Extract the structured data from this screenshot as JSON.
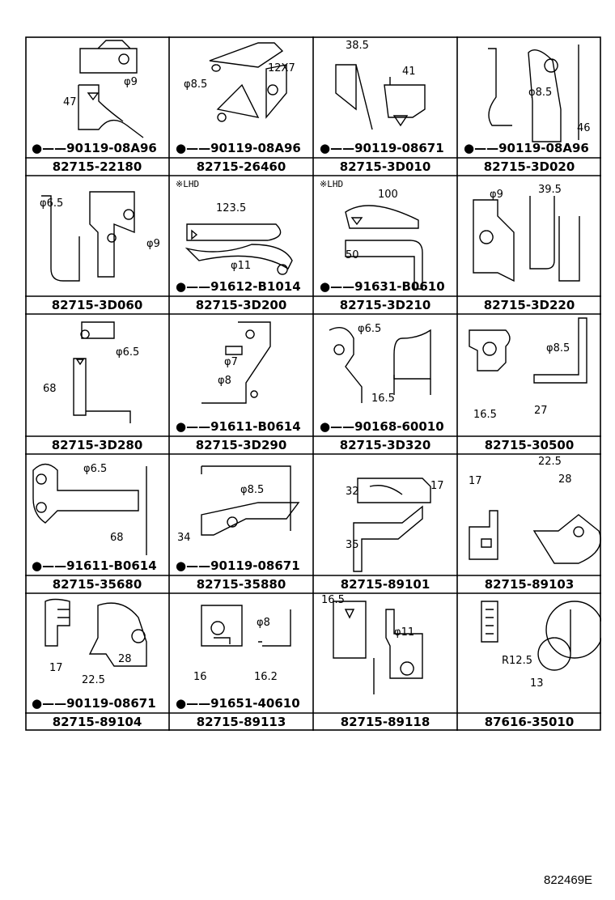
{
  "diagram_id": "822469E",
  "cells": [
    {
      "part": "82715-22180",
      "fastener": "90119-08A96",
      "dims": [
        "47",
        "φ9"
      ],
      "note": ""
    },
    {
      "part": "82715-26460",
      "fastener": "90119-08A96",
      "dims": [
        "φ8.5",
        "12X7"
      ],
      "note": ""
    },
    {
      "part": "82715-3D010",
      "fastener": "90119-08671",
      "dims": [
        "38.5",
        "41"
      ],
      "note": ""
    },
    {
      "part": "82715-3D020",
      "fastener": "90119-08A96",
      "dims": [
        "φ8.5",
        "46"
      ],
      "note": ""
    },
    {
      "part": "82715-3D060",
      "fastener": "",
      "dims": [
        "φ6.5",
        "φ9"
      ],
      "note": ""
    },
    {
      "part": "82715-3D200",
      "fastener": "91612-B1014",
      "dims": [
        "123.5",
        "φ11"
      ],
      "note": "※LHD"
    },
    {
      "part": "82715-3D210",
      "fastener": "91631-B0610",
      "dims": [
        "100",
        "50"
      ],
      "note": "※LHD"
    },
    {
      "part": "82715-3D220",
      "fastener": "",
      "dims": [
        "φ9",
        "39.5"
      ],
      "note": ""
    },
    {
      "part": "82715-3D280",
      "fastener": "",
      "dims": [
        "φ6.5",
        "68"
      ],
      "note": ""
    },
    {
      "part": "82715-3D290",
      "fastener": "91611-B0614",
      "dims": [
        "φ7",
        "φ8"
      ],
      "note": ""
    },
    {
      "part": "82715-3D320",
      "fastener": "90168-60010",
      "dims": [
        "φ6.5",
        "16.5"
      ],
      "note": ""
    },
    {
      "part": "82715-30500",
      "fastener": "",
      "dims": [
        "φ8.5",
        "16.5",
        "27"
      ],
      "note": ""
    },
    {
      "part": "82715-35680",
      "fastener": "91611-B0614",
      "dims": [
        "φ6.5",
        "68"
      ],
      "note": ""
    },
    {
      "part": "82715-35880",
      "fastener": "90119-08671",
      "dims": [
        "φ8.5",
        "34"
      ],
      "note": ""
    },
    {
      "part": "82715-89101",
      "fastener": "",
      "dims": [
        "32",
        "17",
        "35"
      ],
      "note": ""
    },
    {
      "part": "82715-89103",
      "fastener": "",
      "dims": [
        "22.5",
        "17",
        "28"
      ],
      "note": ""
    },
    {
      "part": "82715-89104",
      "fastener": "90119-08671",
      "dims": [
        "17",
        "22.5",
        "28"
      ],
      "note": ""
    },
    {
      "part": "82715-89113",
      "fastener": "91651-40610",
      "dims": [
        "φ8",
        "16",
        "16.2"
      ],
      "note": ""
    },
    {
      "part": "82715-89118",
      "fastener": "",
      "dims": [
        "16.5",
        "φ11"
      ],
      "note": ""
    },
    {
      "part": "87616-35010",
      "fastener": "",
      "dims": [
        "R12.5",
        "13"
      ],
      "note": ""
    }
  ]
}
